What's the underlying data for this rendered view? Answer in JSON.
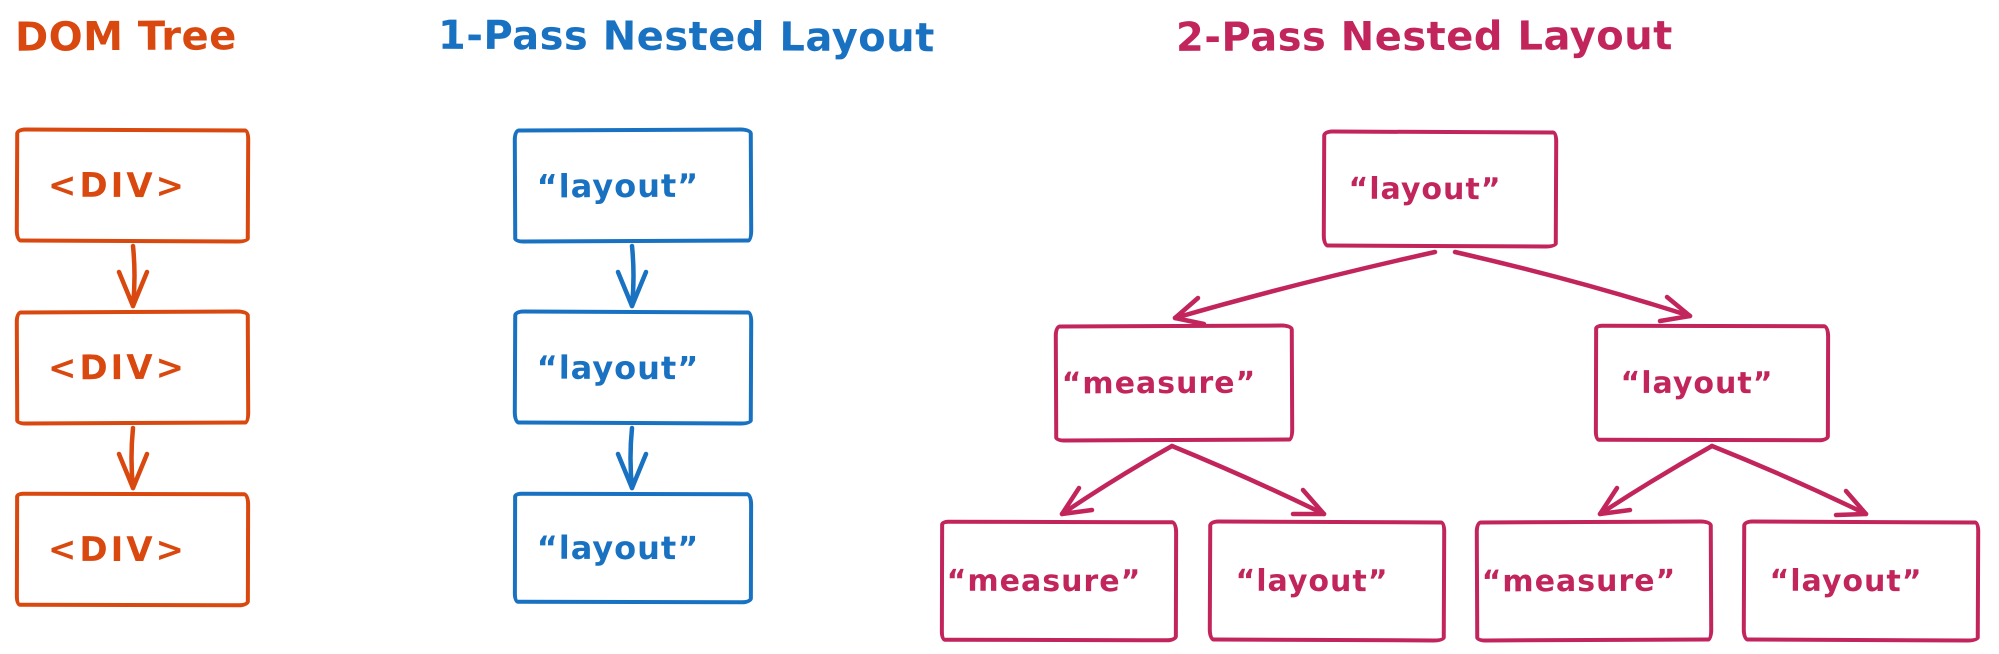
{
  "colors": {
    "dom": "#d9480f",
    "onepass": "#1971c2",
    "twopass": "#c2255c"
  },
  "dom_tree": {
    "title": "DOM Tree",
    "nodes": [
      "<DIV>",
      "<DIV>",
      "<DIV>"
    ]
  },
  "one_pass": {
    "title": "1-Pass Nested Layout",
    "nodes": [
      "“layout”",
      "“layout”",
      "“layout”"
    ]
  },
  "two_pass": {
    "title": "2-Pass Nested Layout",
    "root": "“layout”",
    "children": [
      "“measure”",
      "“layout”"
    ],
    "grandchildren": [
      "“measure”",
      "“layout”",
      "“measure”",
      "“layout”"
    ]
  }
}
